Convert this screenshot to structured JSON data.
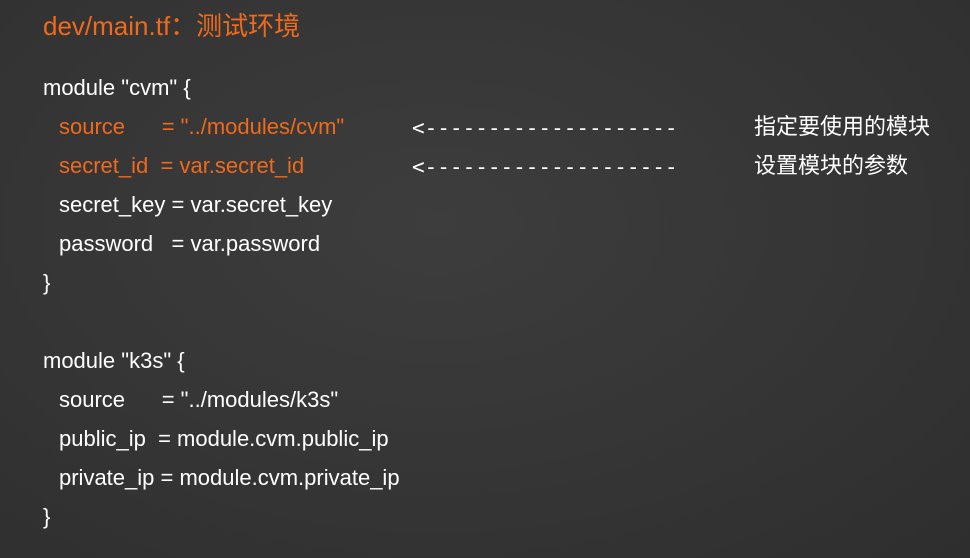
{
  "title": "dev/main.tf：测试环境",
  "blocks": [
    {
      "header": "module \"cvm\" {",
      "lines": [
        "source      = \"../modules/cvm\"",
        "secret_id  = var.secret_id",
        "secret_key = var.secret_key",
        "password   = var.password"
      ],
      "footer": "}"
    },
    {
      "header": "module \"k3s\" {",
      "lines": [
        "source      = \"../modules/k3s\"",
        "public_ip  = module.cvm.public_ip",
        "private_ip = module.cvm.private_ip"
      ],
      "footer": "}"
    }
  ],
  "annotations": [
    {
      "arrow": "<--------------------",
      "text": "指定要使用的模块"
    },
    {
      "arrow": "<--------------------",
      "text": "设置模块的参数"
    }
  ],
  "colors": {
    "accent": "#ef6a1c",
    "text": "#ffffff",
    "background": "#363636"
  }
}
